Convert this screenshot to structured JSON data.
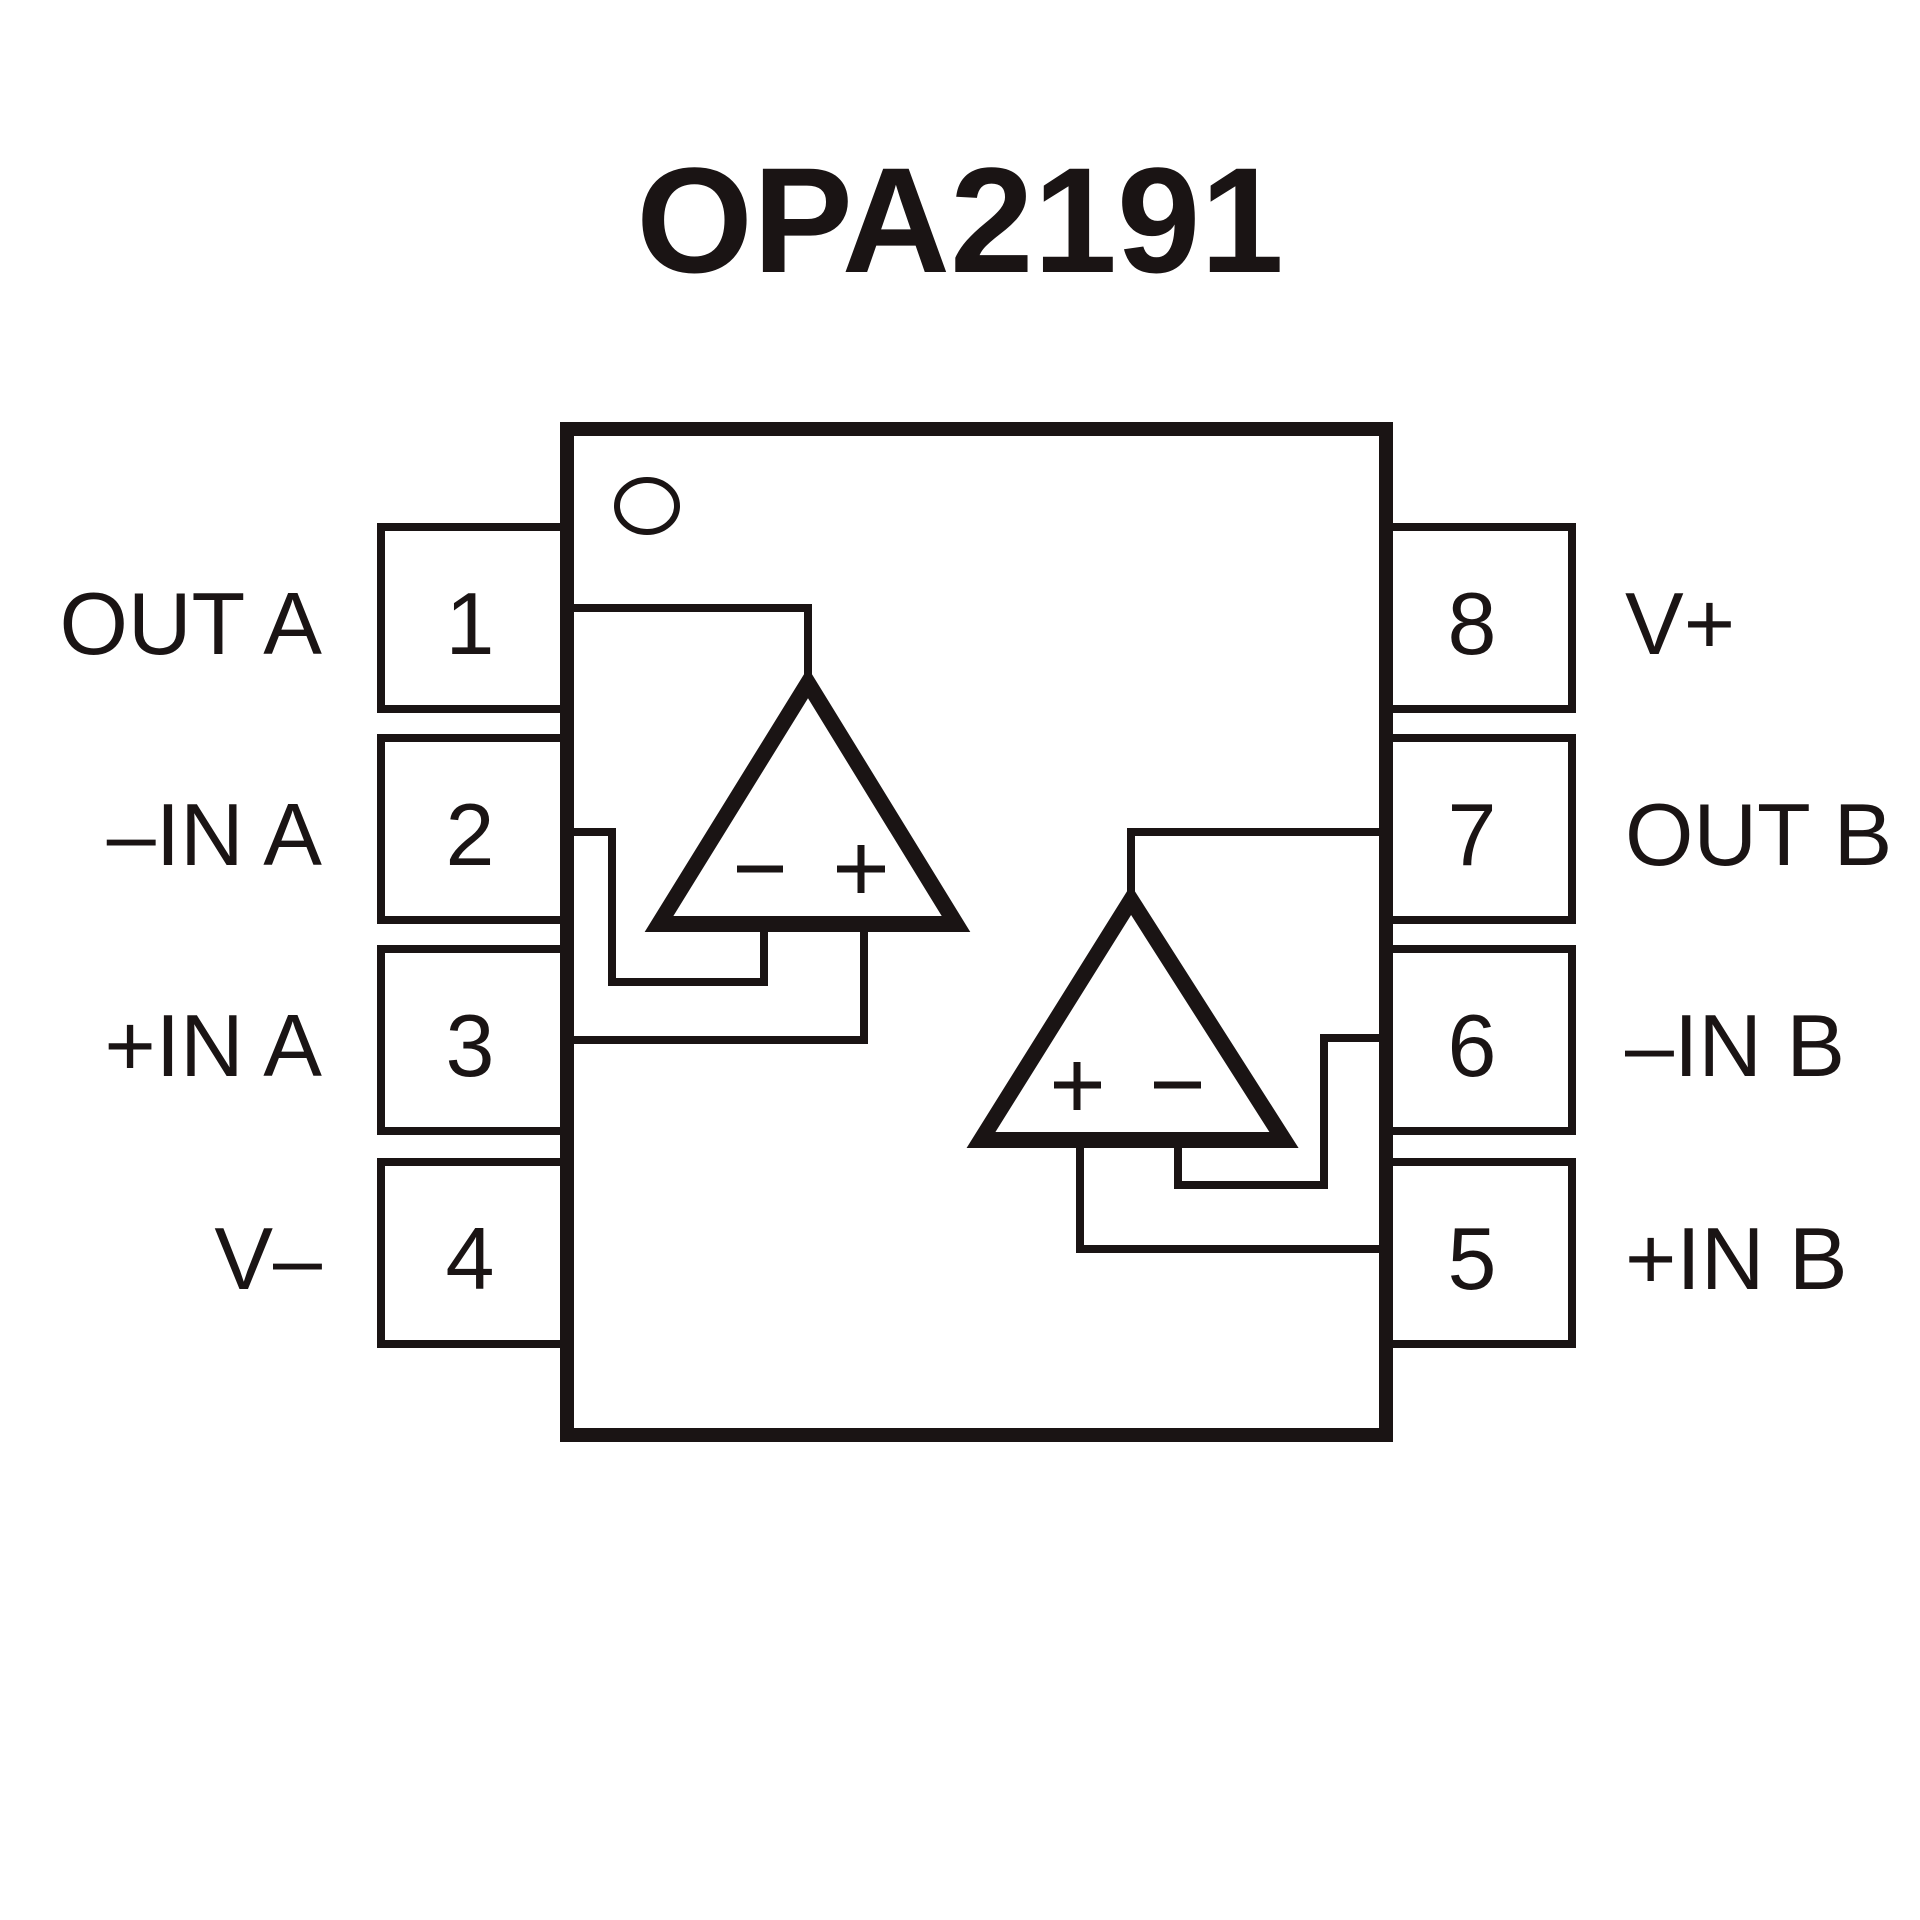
{
  "title": "OPA2191",
  "pins": {
    "left": [
      {
        "number": "1",
        "label": "OUT A"
      },
      {
        "number": "2",
        "label": "–IN A"
      },
      {
        "number": "3",
        "label": "+IN A"
      },
      {
        "number": "4",
        "label": "V–"
      }
    ],
    "right": [
      {
        "number": "8",
        "label": "V+"
      },
      {
        "number": "7",
        "label": "OUT B"
      },
      {
        "number": "6",
        "label": "–IN B"
      },
      {
        "number": "5",
        "label": "+IN B"
      }
    ]
  },
  "amplifiers": {
    "a": {
      "left_sign": "−",
      "right_sign": "+"
    },
    "b": {
      "left_sign": "+",
      "right_sign": "−"
    }
  },
  "colors": {
    "ink": "#1a1414",
    "background": "#ffffff"
  }
}
